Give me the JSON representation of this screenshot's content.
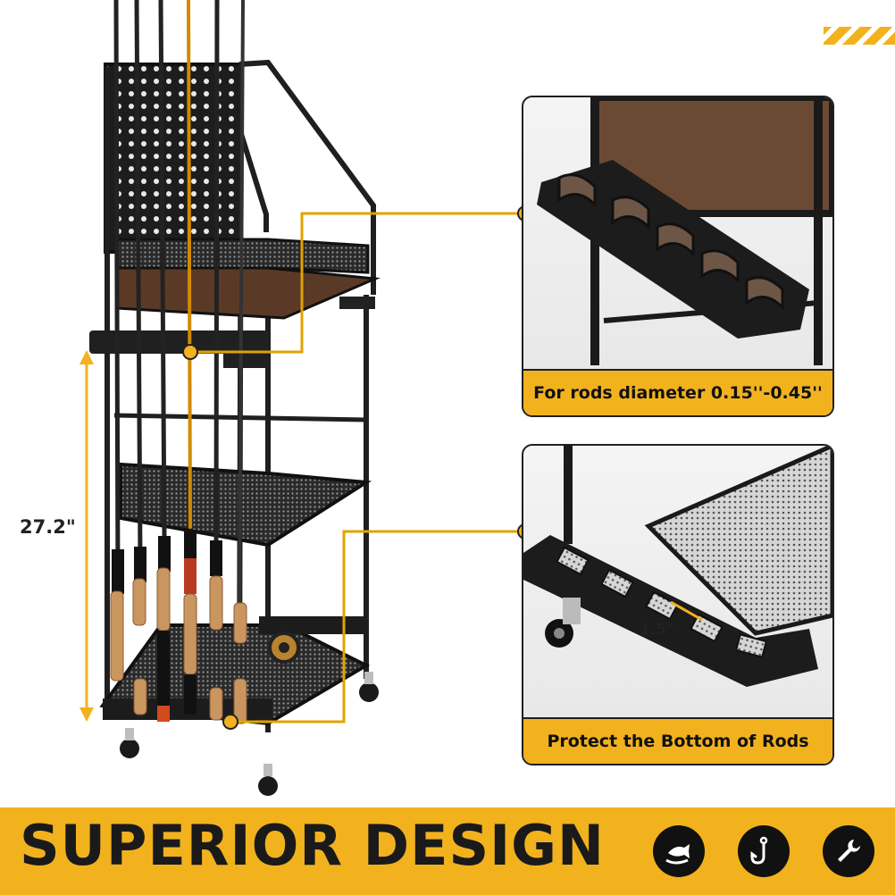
{
  "dimension": {
    "height_label": "27.2\""
  },
  "callouts": [
    {
      "caption": "For rods diameter 0.15''-0.45''"
    },
    {
      "caption": "Protect the Bottom of Rods",
      "detail_label": "1.5\""
    }
  ],
  "banner": {
    "title": "SUPERIOR DESIGN",
    "icons": [
      "fish-in-hand-icon",
      "fishing-hook-icon",
      "wrench-icon"
    ]
  },
  "colors": {
    "accent": "#f2b21e",
    "frame": "#1f1f1f",
    "wood": "#6b4a34",
    "cork": "#c99660"
  }
}
